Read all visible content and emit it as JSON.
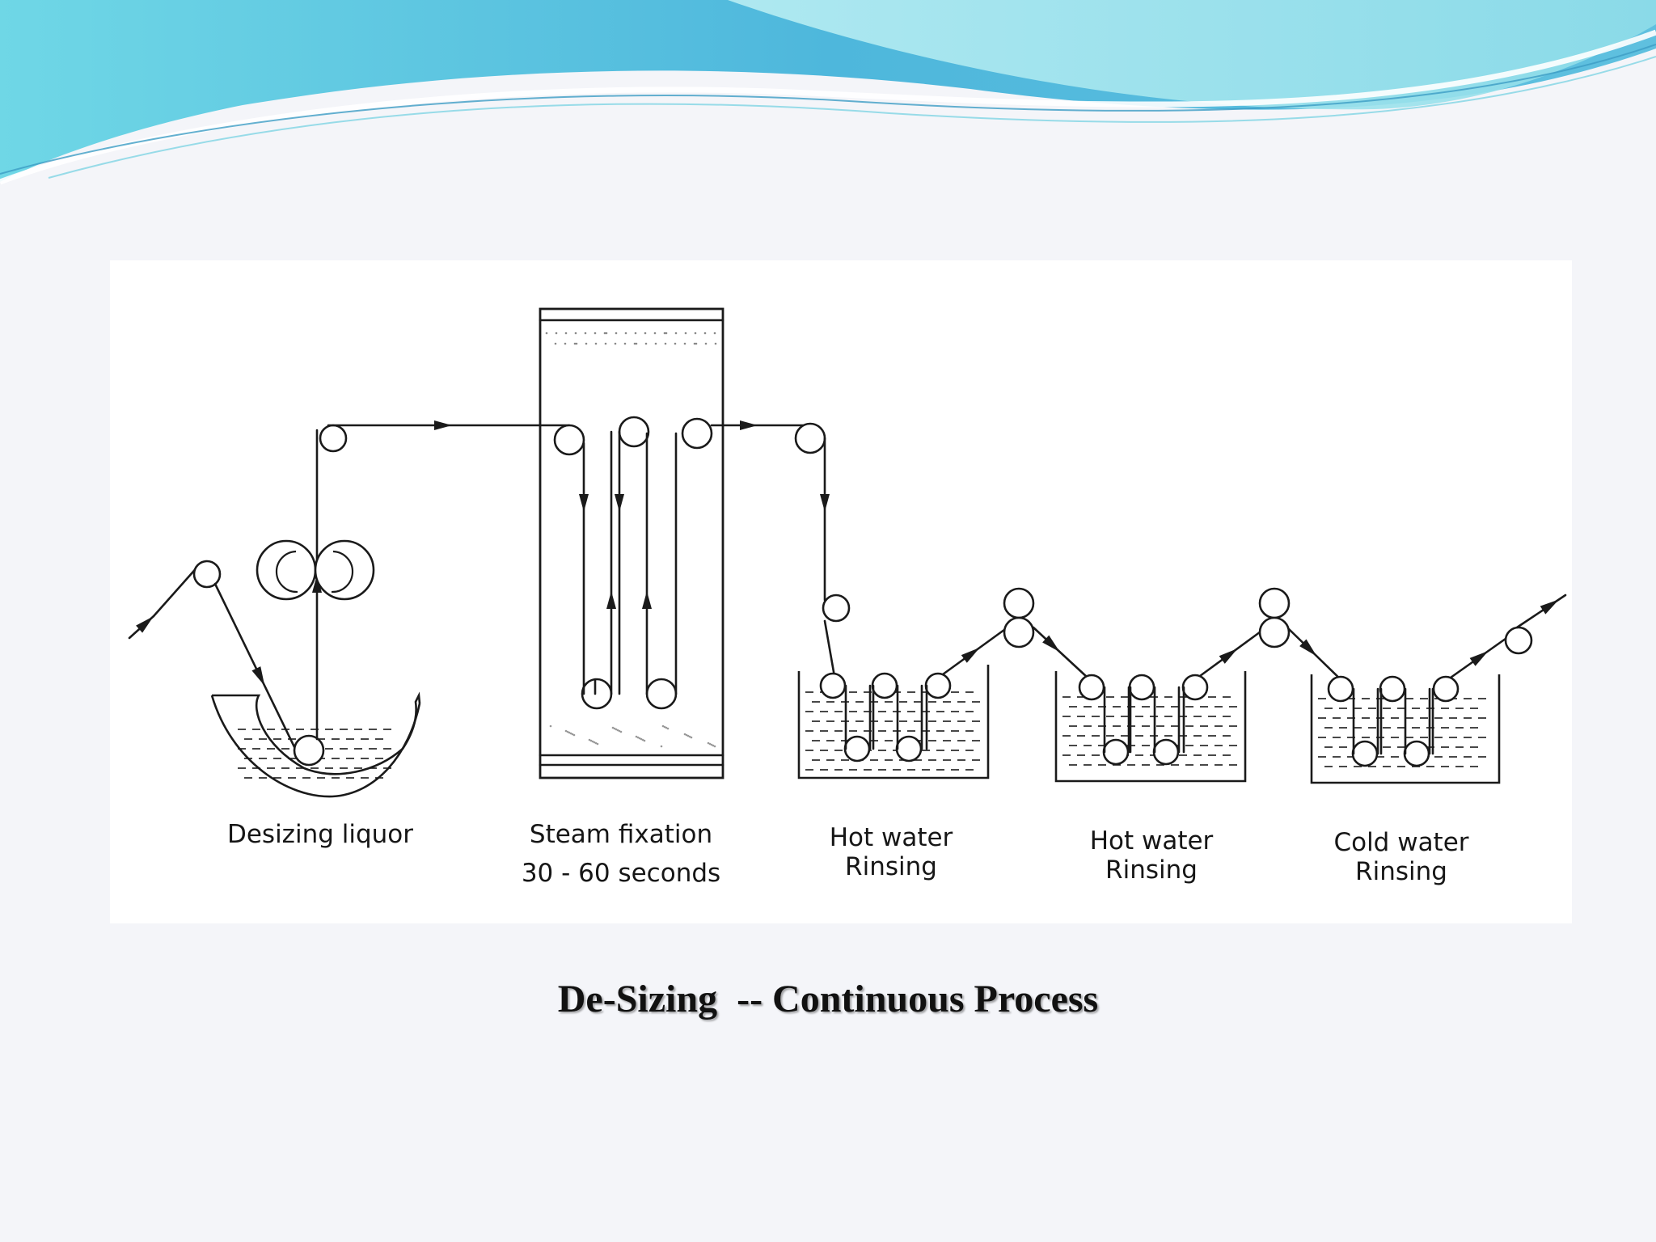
{
  "slide": {
    "title": "De-Sizing  -- Continuous Process"
  },
  "diagram": {
    "stages": [
      {
        "name": "Desizing liquor"
      },
      {
        "name": "Steam fixation",
        "duration": "30 - 60 seconds"
      },
      {
        "name_line1": "Hot water",
        "name_line2": "Rinsing"
      },
      {
        "name_line1": "Hot water",
        "name_line2": "Rinsing"
      },
      {
        "name_line1": "Cold water",
        "name_line2": "Rinsing"
      }
    ]
  },
  "colors": {
    "line": "#1a1a1a",
    "wave_light": "#9fe6ee",
    "wave_mid": "#5fc6dc",
    "wave_dark": "#3a9fc8",
    "background": "#f4f5f9"
  }
}
